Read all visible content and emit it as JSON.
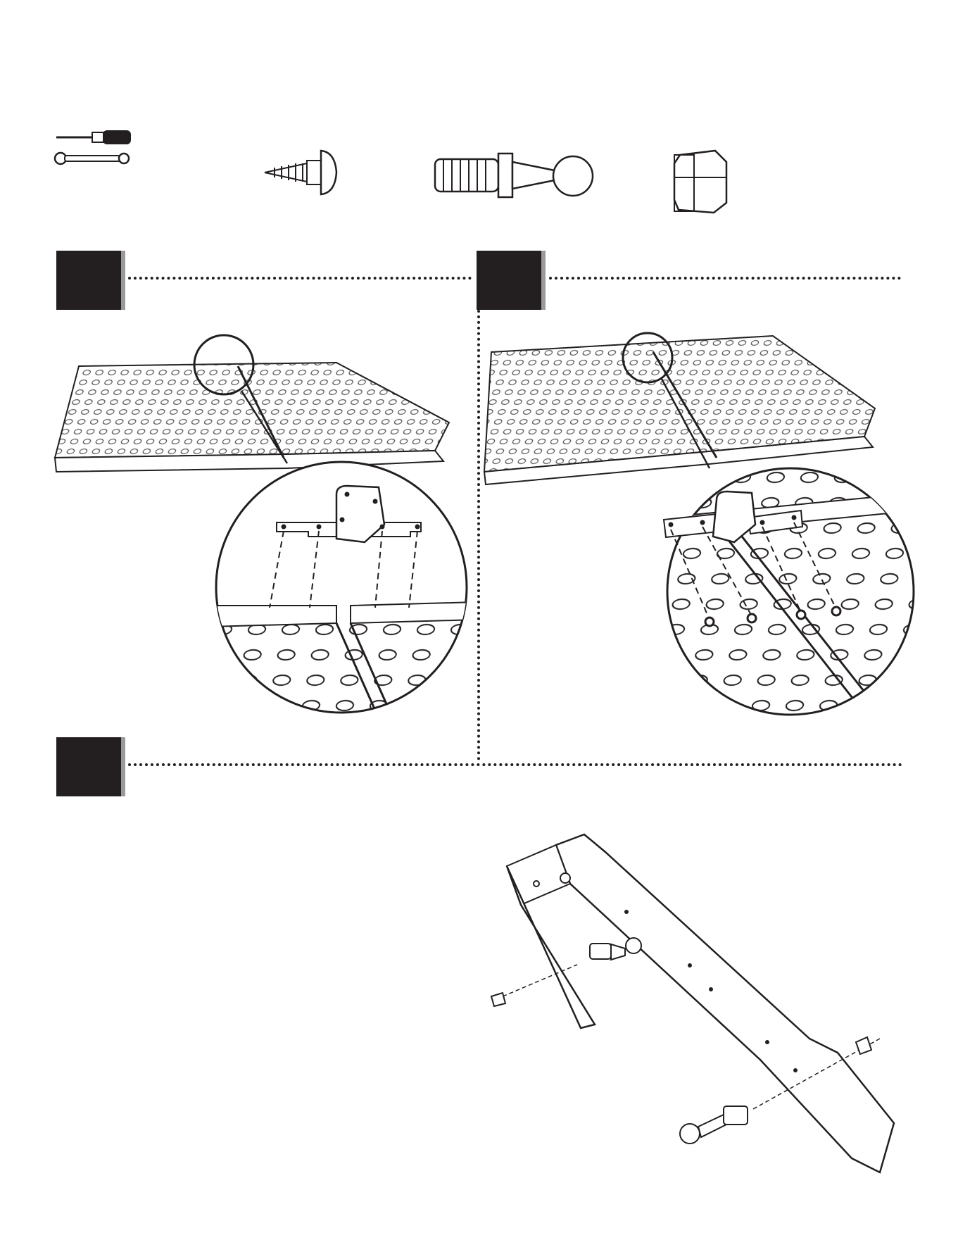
{
  "header": {
    "tools": [
      {
        "icon": "screwdriver-icon"
      },
      {
        "icon": "wrench-icon"
      }
    ],
    "hardware": [
      {
        "icon": "screw-icon"
      },
      {
        "icon": "ball-stud-icon"
      },
      {
        "icon": "hex-nut-icon"
      }
    ]
  },
  "steps": [
    {
      "label": "",
      "illustration": "tabletop-bracket-placement"
    },
    {
      "label": "",
      "illustration": "tabletop-bracket-fastening"
    },
    {
      "label": "",
      "illustration": "leg-ball-stud-assembly"
    }
  ],
  "colors": {
    "ink": "#231f20",
    "shadow": "#9a9a9a",
    "paper": "#ffffff"
  }
}
